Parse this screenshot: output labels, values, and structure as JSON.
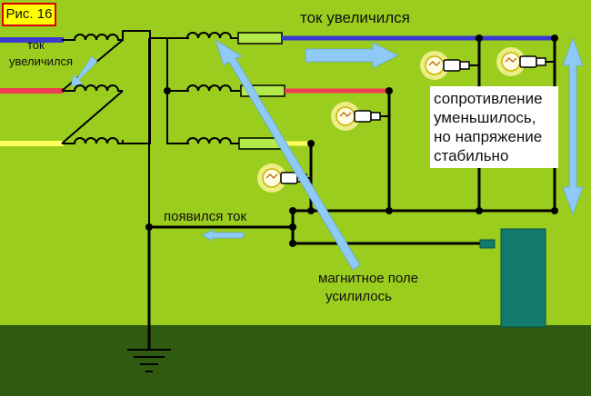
{
  "figure_label": "Рис. 16",
  "labels": {
    "current_increased_small": [
      "ток",
      "увеличился"
    ],
    "current_increased": "ток увеличился",
    "resistance_note": [
      "сопротивление",
      "уменьшилось,",
      "но напряжение",
      "стабильно"
    ],
    "current_appeared": "появился ток",
    "magnetic_field": [
      "магнитное поле",
      "усилилось"
    ]
  },
  "colors": {
    "background": "#9acd1d",
    "ground": "#2f5a10",
    "wire": "#000000",
    "phase_a": "#3a3ad0",
    "phase_b": "#f03c50",
    "phase_c": "#ffff60",
    "arrow": "#8ecaf5",
    "fuse": "#b2e94b",
    "lamp_glow": "#fff5a0",
    "tank": "#137a6e"
  }
}
